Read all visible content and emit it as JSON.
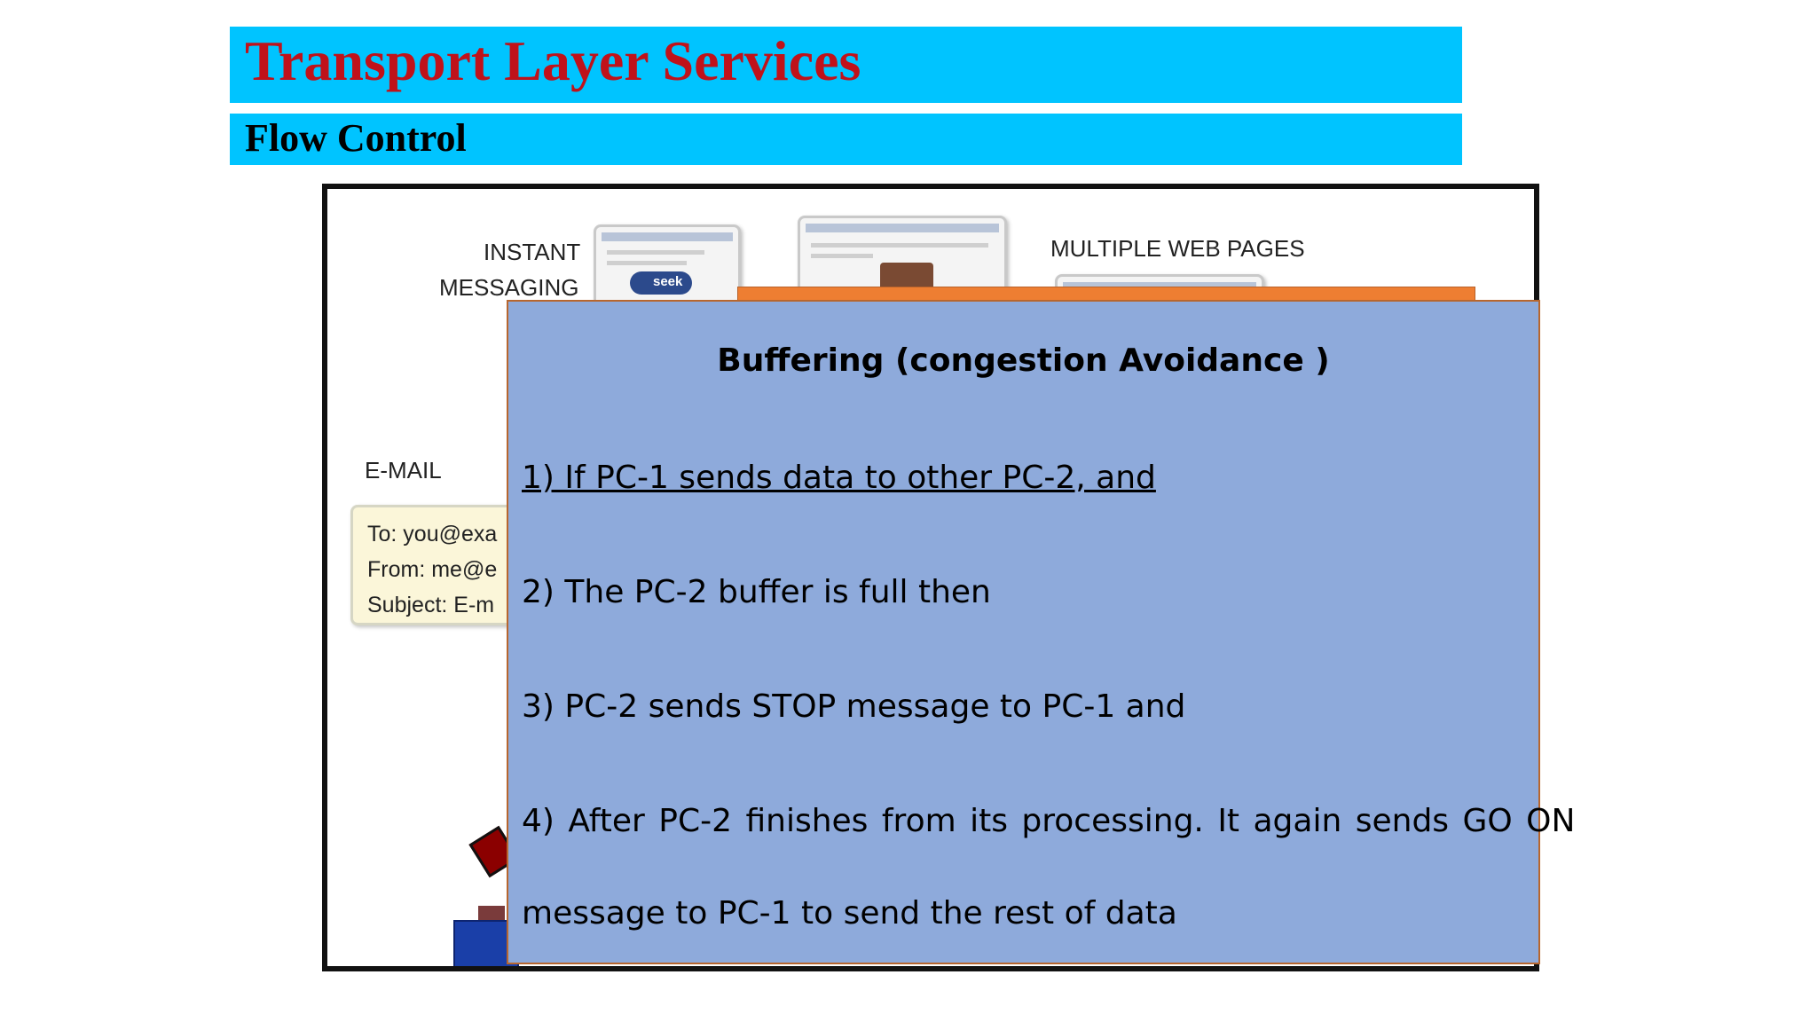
{
  "slide": {
    "title": "Transport Layer Services",
    "subtitle": "Flow Control"
  },
  "figure": {
    "labels": {
      "instant": "INSTANT",
      "messaging": "MESSAGING",
      "multiple_web_pages": "MULTIPLE WEB PAGES",
      "email": "E-MAIL"
    },
    "im_logo_text": "seek",
    "email_fields": {
      "to": "To: you@exa",
      "from": "From: me@e",
      "subject": "Subject: E-m"
    }
  },
  "panel": {
    "heading": "Buffering (congestion Avoidance )",
    "items": [
      "1) If PC-1 sends data to other PC-2, and",
      "2) The PC-2 buffer is full then",
      "3) PC-2 sends STOP message to PC-1 and",
      "4) After PC-2 finishes from its processing. It again sends GO ON",
      "message to PC-1 to send the rest of data"
    ]
  },
  "colors": {
    "title_bar": "#00c4ff",
    "title_text": "#c0121a",
    "panel_fill": "#8eaadb",
    "panel_border": "#b7662f",
    "orange_strip": "#ee7e32"
  }
}
